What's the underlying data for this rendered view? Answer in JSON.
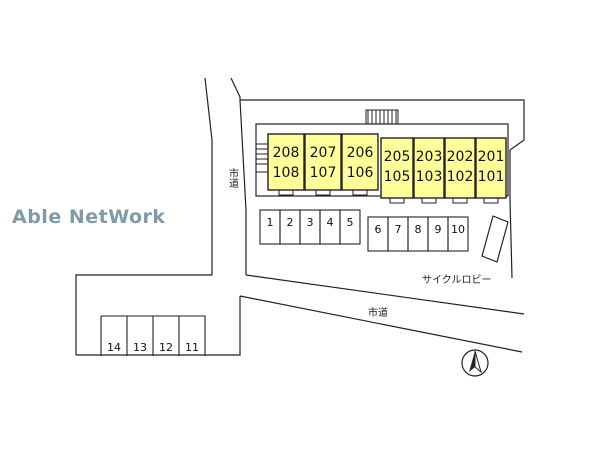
{
  "watermark": "Able NetWork",
  "roads": {
    "city_road_vertical": "市道",
    "city_road_horizontal": "市道"
  },
  "cycle_lobby": "サイクルロビー",
  "compass": {
    "icon": "north-arrow-icon"
  },
  "colors": {
    "unit_fill": "#ffff99",
    "line": "#222222",
    "watermark": "#7f9aa8"
  },
  "units": [
    {
      "upper": "208",
      "lower": "108"
    },
    {
      "upper": "207",
      "lower": "107"
    },
    {
      "upper": "206",
      "lower": "106"
    },
    {
      "upper": "205",
      "lower": "105"
    },
    {
      "upper": "203",
      "lower": "103"
    },
    {
      "upper": "202",
      "lower": "102"
    },
    {
      "upper": "201",
      "lower": "101"
    }
  ],
  "parking_upper_left": [
    "1",
    "2",
    "3",
    "4",
    "5"
  ],
  "parking_upper_right": [
    "6",
    "7",
    "8",
    "9",
    "10"
  ],
  "parking_lower": [
    "14",
    "13",
    "12",
    "11"
  ]
}
